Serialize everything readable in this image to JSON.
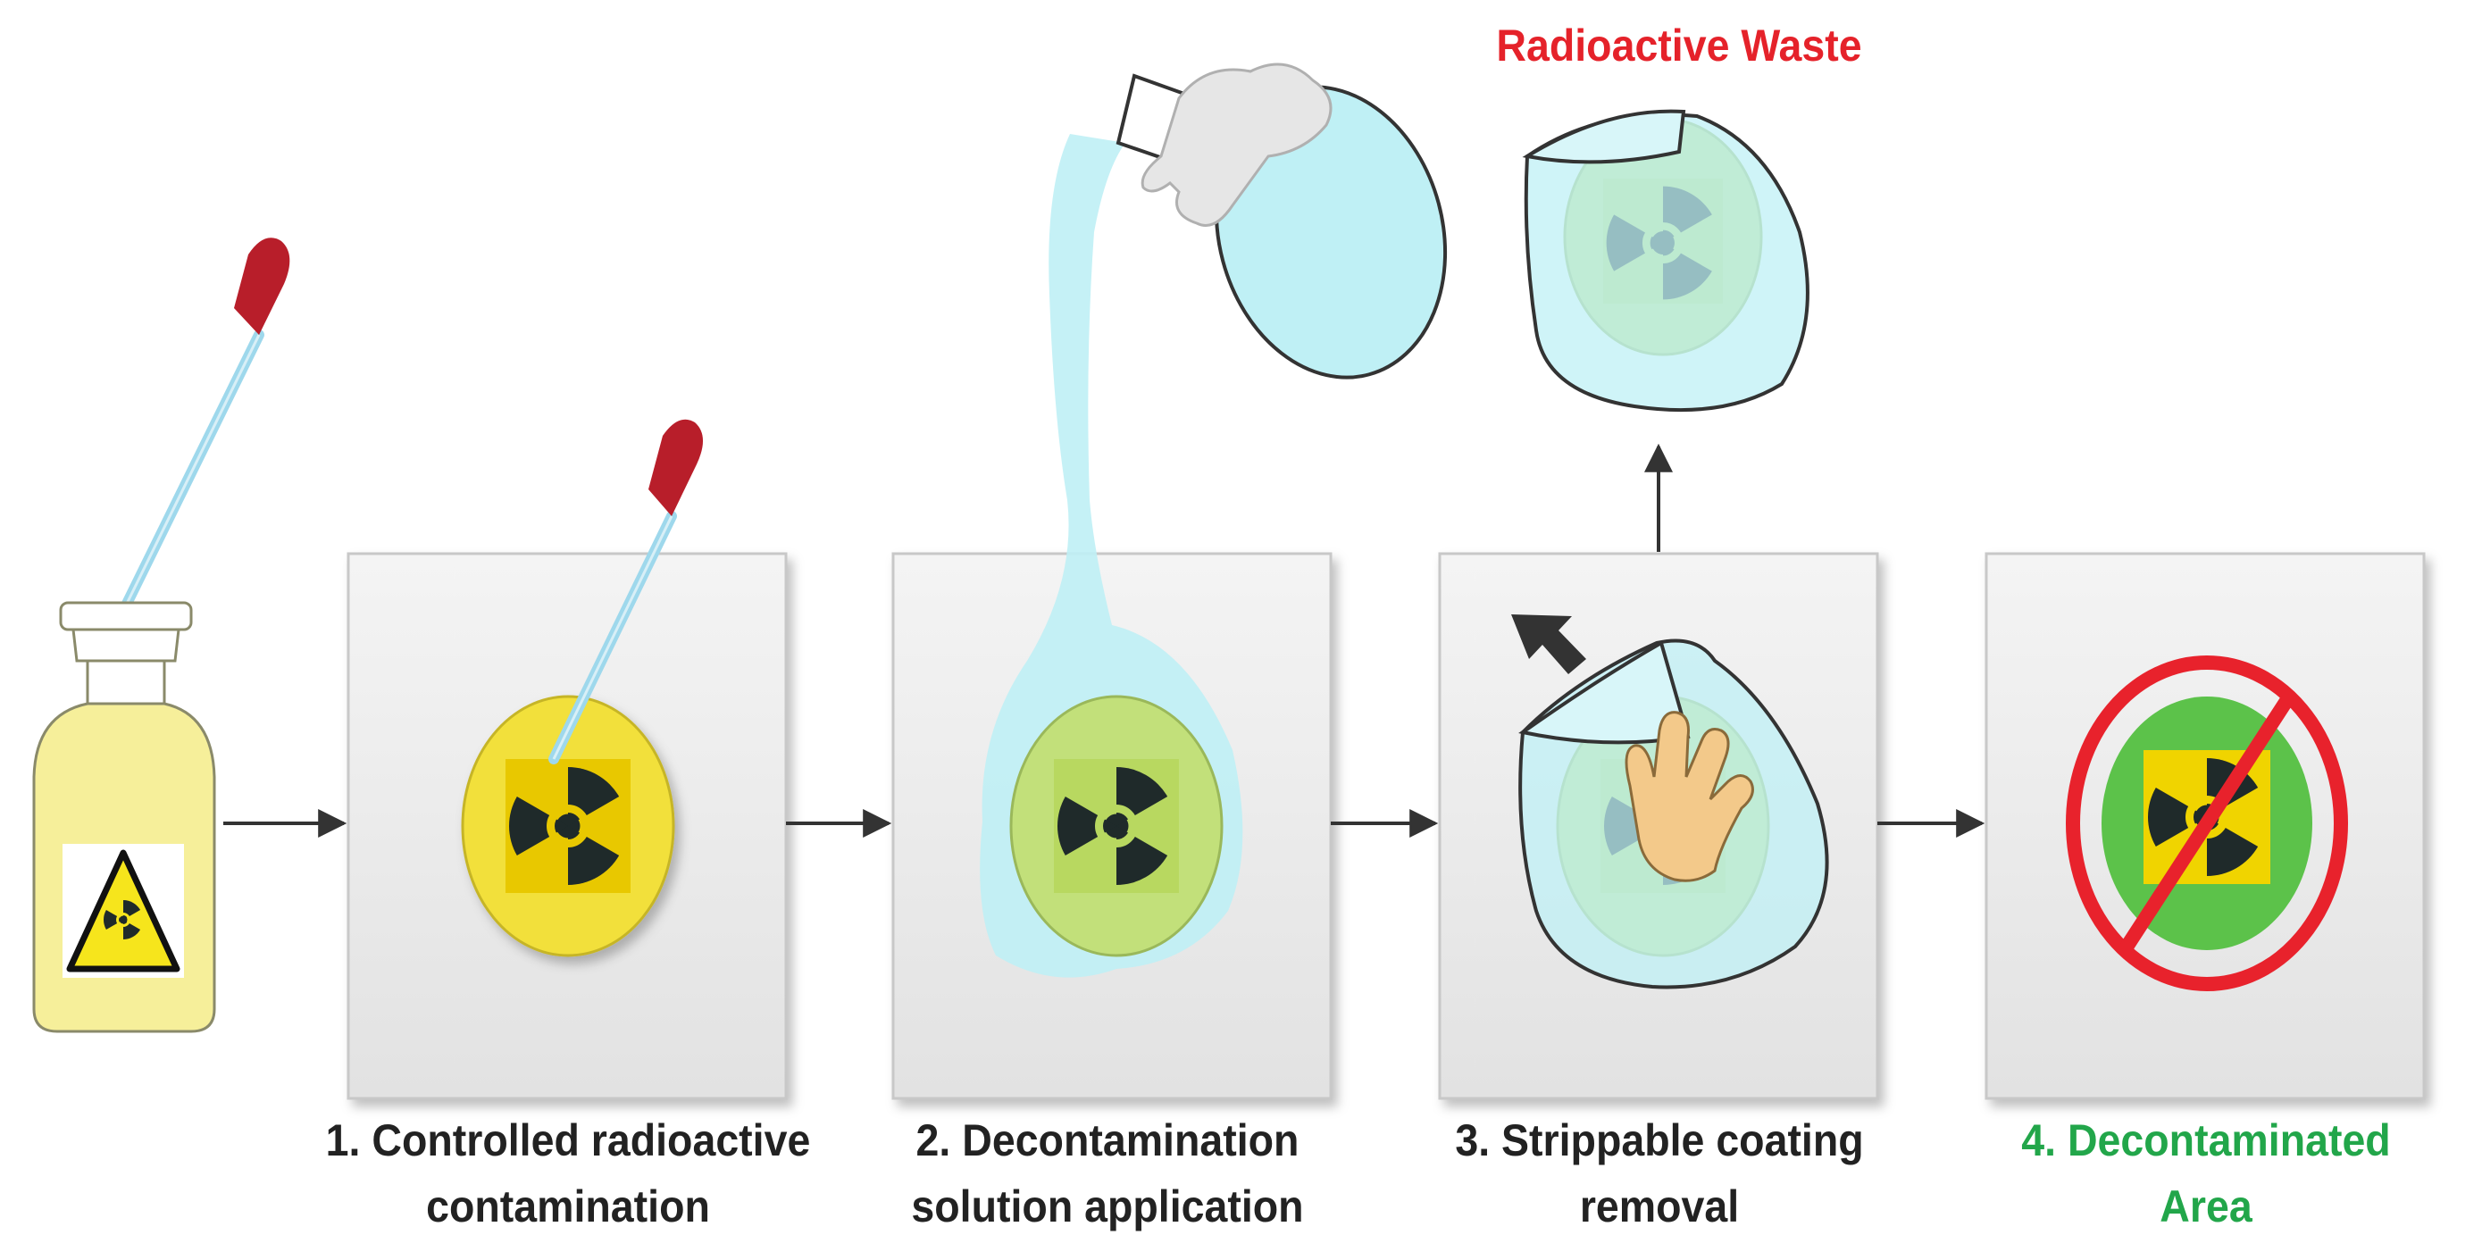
{
  "steps": [
    {
      "line1": "1. Controlled radioactive",
      "line2": "contamination"
    },
    {
      "line1": "2. Decontamination",
      "line2": "solution application"
    },
    {
      "line1": "3. Strippable coating",
      "line2": "removal"
    },
    {
      "line1": "4. Decontaminated",
      "line2": "Area"
    }
  ],
  "waste_label": "Radioactive Waste",
  "colors": {
    "waste_label": "#e5222a",
    "final_step": "#22a64a",
    "radiation_yellow": "#f2e03a",
    "coating_blue": "#bff0f5",
    "prohibit_red": "#e8222c",
    "clean_green": "#5cc24a",
    "bottle_liquid": "#f6ef9a"
  },
  "icons": [
    "bottle-icon",
    "dropper-icon",
    "radiation-icon",
    "beaker-icon",
    "glove-icon",
    "hand-icon",
    "pointer-arrow-icon",
    "prohibited-icon"
  ]
}
